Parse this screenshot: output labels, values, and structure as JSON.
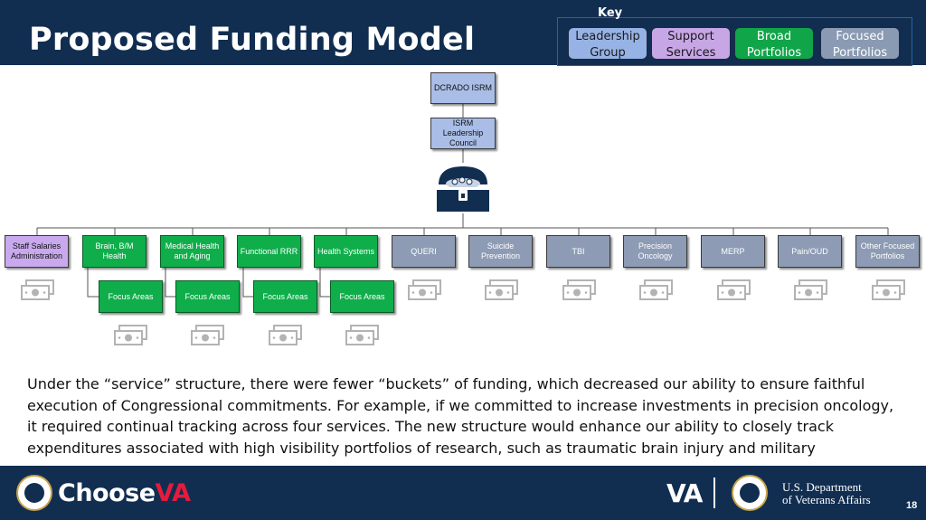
{
  "slide": {
    "title": "Proposed Funding Model",
    "page_number": "18",
    "body_text": "Under the “service” structure, there were fewer “buckets” of funding, which decreased our ability to ensure faithful execution of Congressional commitments.  For example, if we committed to increase investments in precision oncology, it required continual tracking across four services. The new structure would enhance our ability to closely track expenditures associated with high visibility portfolios of research, such as traumatic brain injury and military exposures."
  },
  "key": {
    "label": "Key",
    "items": [
      {
        "label": "Leadership Group",
        "color": "#97b2e4"
      },
      {
        "label": "Support Services",
        "color": "#c7a6e6"
      },
      {
        "label": "Broad Portfolios",
        "color": "#11a54a"
      },
      {
        "label": "Focused Portfolios",
        "color": "#8a9ab3"
      }
    ]
  },
  "org": {
    "top": "DCRADO  ISRM",
    "council": "ISRM Leadership Council",
    "chest_icon": "treasure-chest-icon",
    "money_icon": "money-bill-icon",
    "nodes": [
      {
        "label": "Staff Salaries Administration",
        "kind": "support"
      },
      {
        "label": "Brain, B/M Health",
        "kind": "broad",
        "child": "Focus Areas"
      },
      {
        "label": "Medical Health and Aging",
        "kind": "broad",
        "child": "Focus Areas"
      },
      {
        "label": "Functional RRR",
        "kind": "broad",
        "child": "Focus Areas"
      },
      {
        "label": "Health Systems",
        "kind": "broad",
        "child": "Focus Areas"
      },
      {
        "label": "QUERI",
        "kind": "focused"
      },
      {
        "label": "Suicide Prevention",
        "kind": "focused"
      },
      {
        "label": "TBI",
        "kind": "focused"
      },
      {
        "label": "Precision Oncology",
        "kind": "focused"
      },
      {
        "label": "MERP",
        "kind": "focused"
      },
      {
        "label": "Pain/OUD",
        "kind": "focused"
      },
      {
        "label": "Other Focused Portfolios",
        "kind": "focused"
      }
    ]
  },
  "footer": {
    "brand_prefix": "Choose",
    "brand_suffix": "VA",
    "va_logo": "VA",
    "dept_line1": "U.S. Department",
    "dept_line2": "of Veterans Affairs",
    "colors": {
      "navy": "#112e51",
      "accent_red": "#e31c3d",
      "gold": "#c9a44a"
    }
  }
}
